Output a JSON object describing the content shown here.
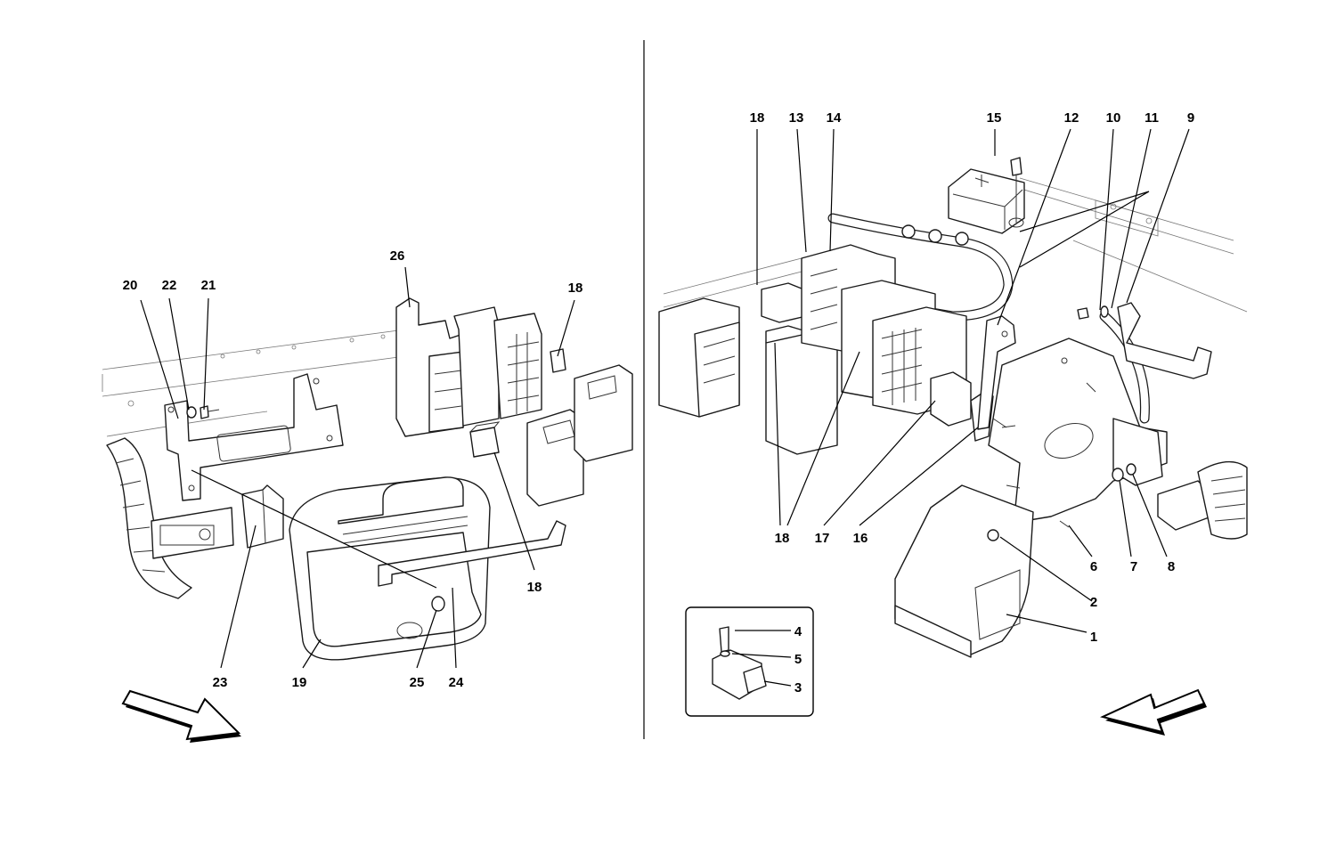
{
  "callouts": {
    "c1": "1",
    "c2": "2",
    "c3": "3",
    "c4": "4",
    "c5": "5",
    "c6": "6",
    "c7": "7",
    "c8": "8",
    "c9": "9",
    "c10": "10",
    "c11": "11",
    "c12": "12",
    "c13": "13",
    "c14": "14",
    "c15": "15",
    "c16": "16",
    "c17": "17",
    "c18a": "18",
    "c18b": "18",
    "c18c": "18",
    "c18d": "18",
    "c19": "19",
    "c20": "20",
    "c21": "21",
    "c22": "22",
    "c23": "23",
    "c24": "24",
    "c25": "25",
    "c26": "26"
  },
  "colors": {
    "line": "#1a1a1a",
    "paper": "#ffffff"
  },
  "icons": [
    "direction-arrow-left-icon",
    "direction-arrow-right-icon"
  ]
}
